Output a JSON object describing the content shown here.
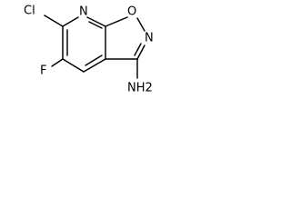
{
  "molecule": {
    "atoms": {
      "chlorine": "Cl",
      "pyridine_nitrogen": "N",
      "ring_oxygen": "O",
      "isoxazole_nitrogen": "N",
      "fluorine": "F",
      "amine": "NH2"
    }
  }
}
